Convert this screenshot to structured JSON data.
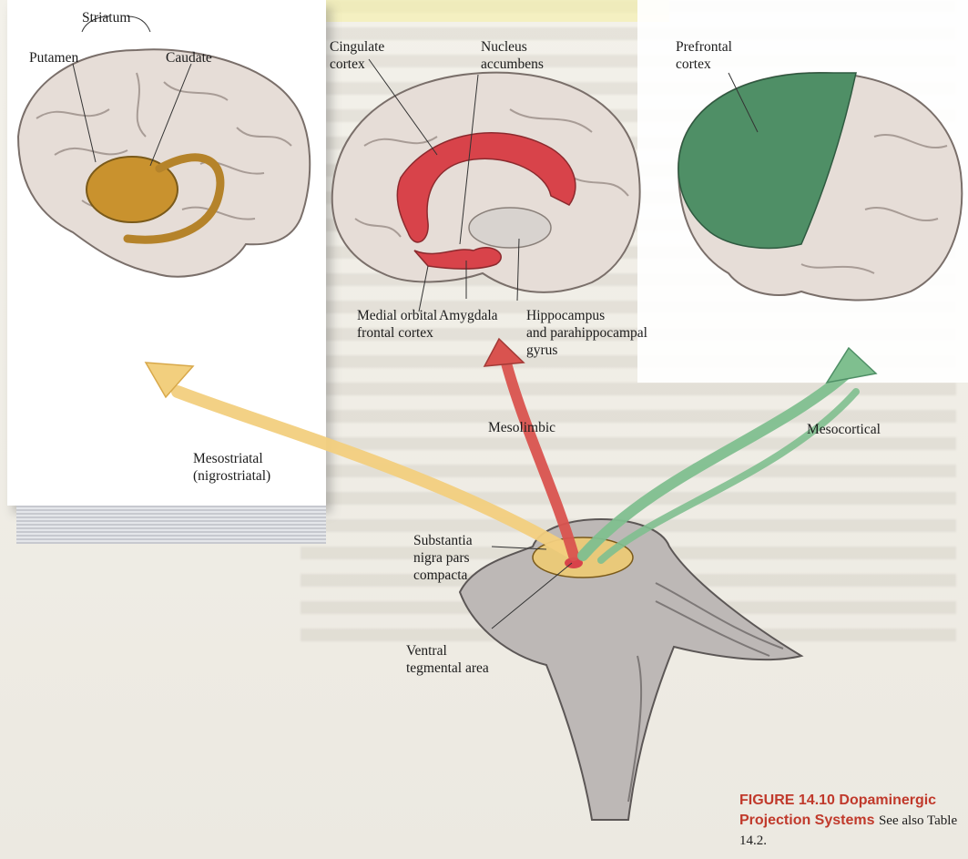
{
  "labels": {
    "striatum": "Striatum",
    "putamen": "Putamen",
    "caudate": "Caudate",
    "cingulate_cortex": "Cingulate\ncortex",
    "nucleus_accumbens": "Nucleus\naccumbens",
    "prefrontal_cortex": "Prefrontal\ncortex",
    "medial_orbital_frontal_cortex": "Medial orbital\nfrontal cortex",
    "amygdala": "Amygdala",
    "hippocampus": "Hippocampus\nand parahippocampal\ngyrus",
    "mesolimbic": "Mesolimbic",
    "mesocortical": "Mesocortical",
    "mesostriatal": "Mesostriatal\n(nigrostriatal)",
    "substantia_nigra": "Substantia\nnigra pars\ncompacta",
    "ventral_tegmental_area": "Ventral\ntegmental area"
  },
  "caption": {
    "figure_number": "FIGURE 14.10",
    "title_line1": "Dopaminergic",
    "title_line2": "Projection Systems",
    "note": "See also Table 14.2."
  },
  "colors": {
    "mesostriatal": "#f2cf7e",
    "mesolimbic": "#d9534f",
    "mesocortical": "#7fbf8f",
    "prefrontal_fill": "#4f8f66",
    "limbic_fill": "#d8434a",
    "striatum_fill": "#c9922e",
    "brain": "#e6ddd7",
    "caption_red": "#c0392b"
  }
}
